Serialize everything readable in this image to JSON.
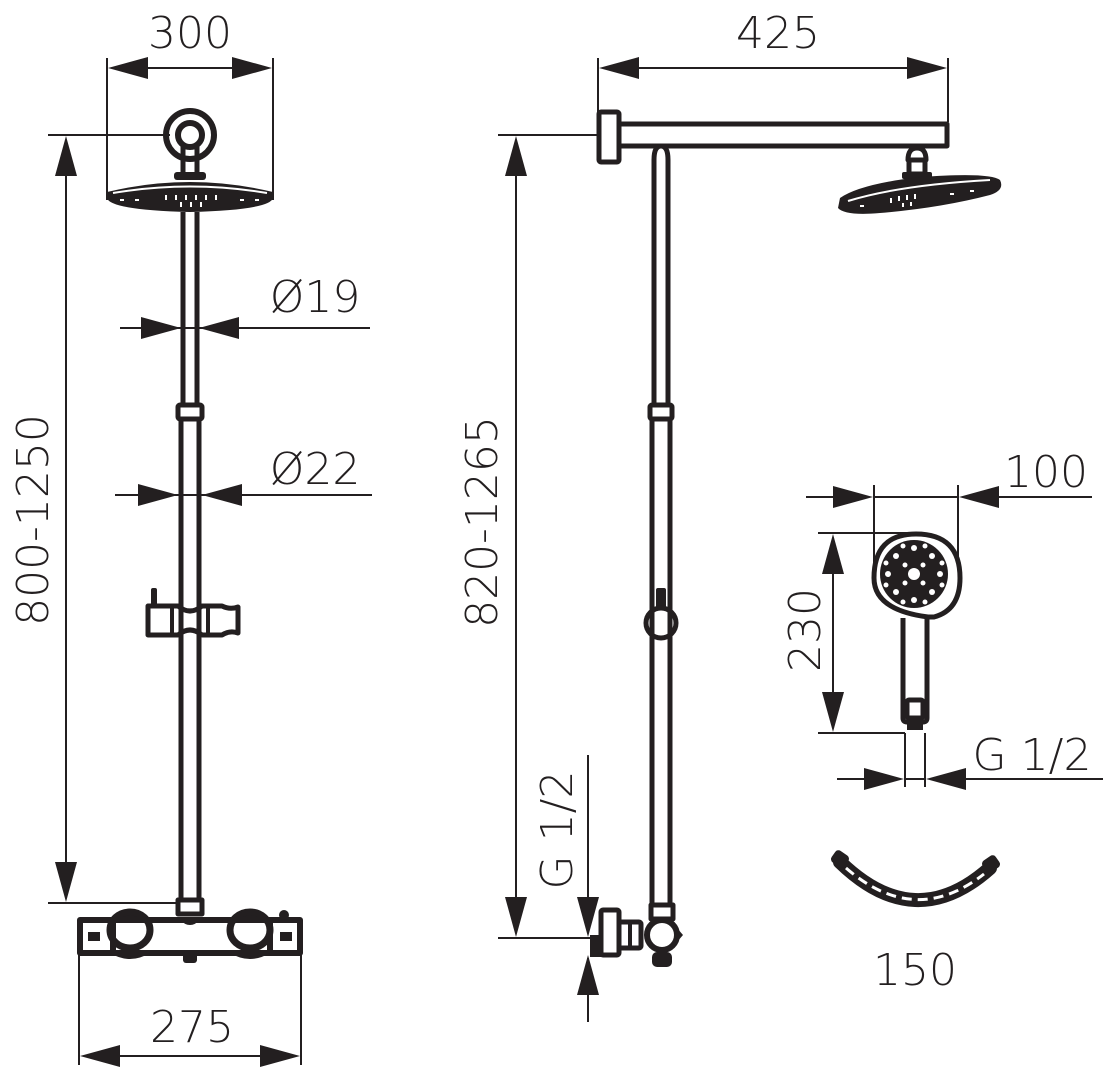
{
  "drawing": {
    "type": "technical dimension drawing",
    "subject": "thermostatic shower column",
    "units": "mm",
    "line_color": "#231f20",
    "background": "#ffffff"
  },
  "front_view": {
    "head_width": "300",
    "upper_pipe_diameter": "Ø19",
    "lower_pipe_diameter": "Ø22",
    "height_range": "800-1250",
    "mixer_width": "275"
  },
  "side_view": {
    "arm_length": "425",
    "height_range": "820-1265",
    "inlet_thread": "G 1/2"
  },
  "hand_shower": {
    "head_diameter": "100",
    "length": "230",
    "thread": "G 1/2"
  },
  "hose": {
    "length": "150"
  }
}
